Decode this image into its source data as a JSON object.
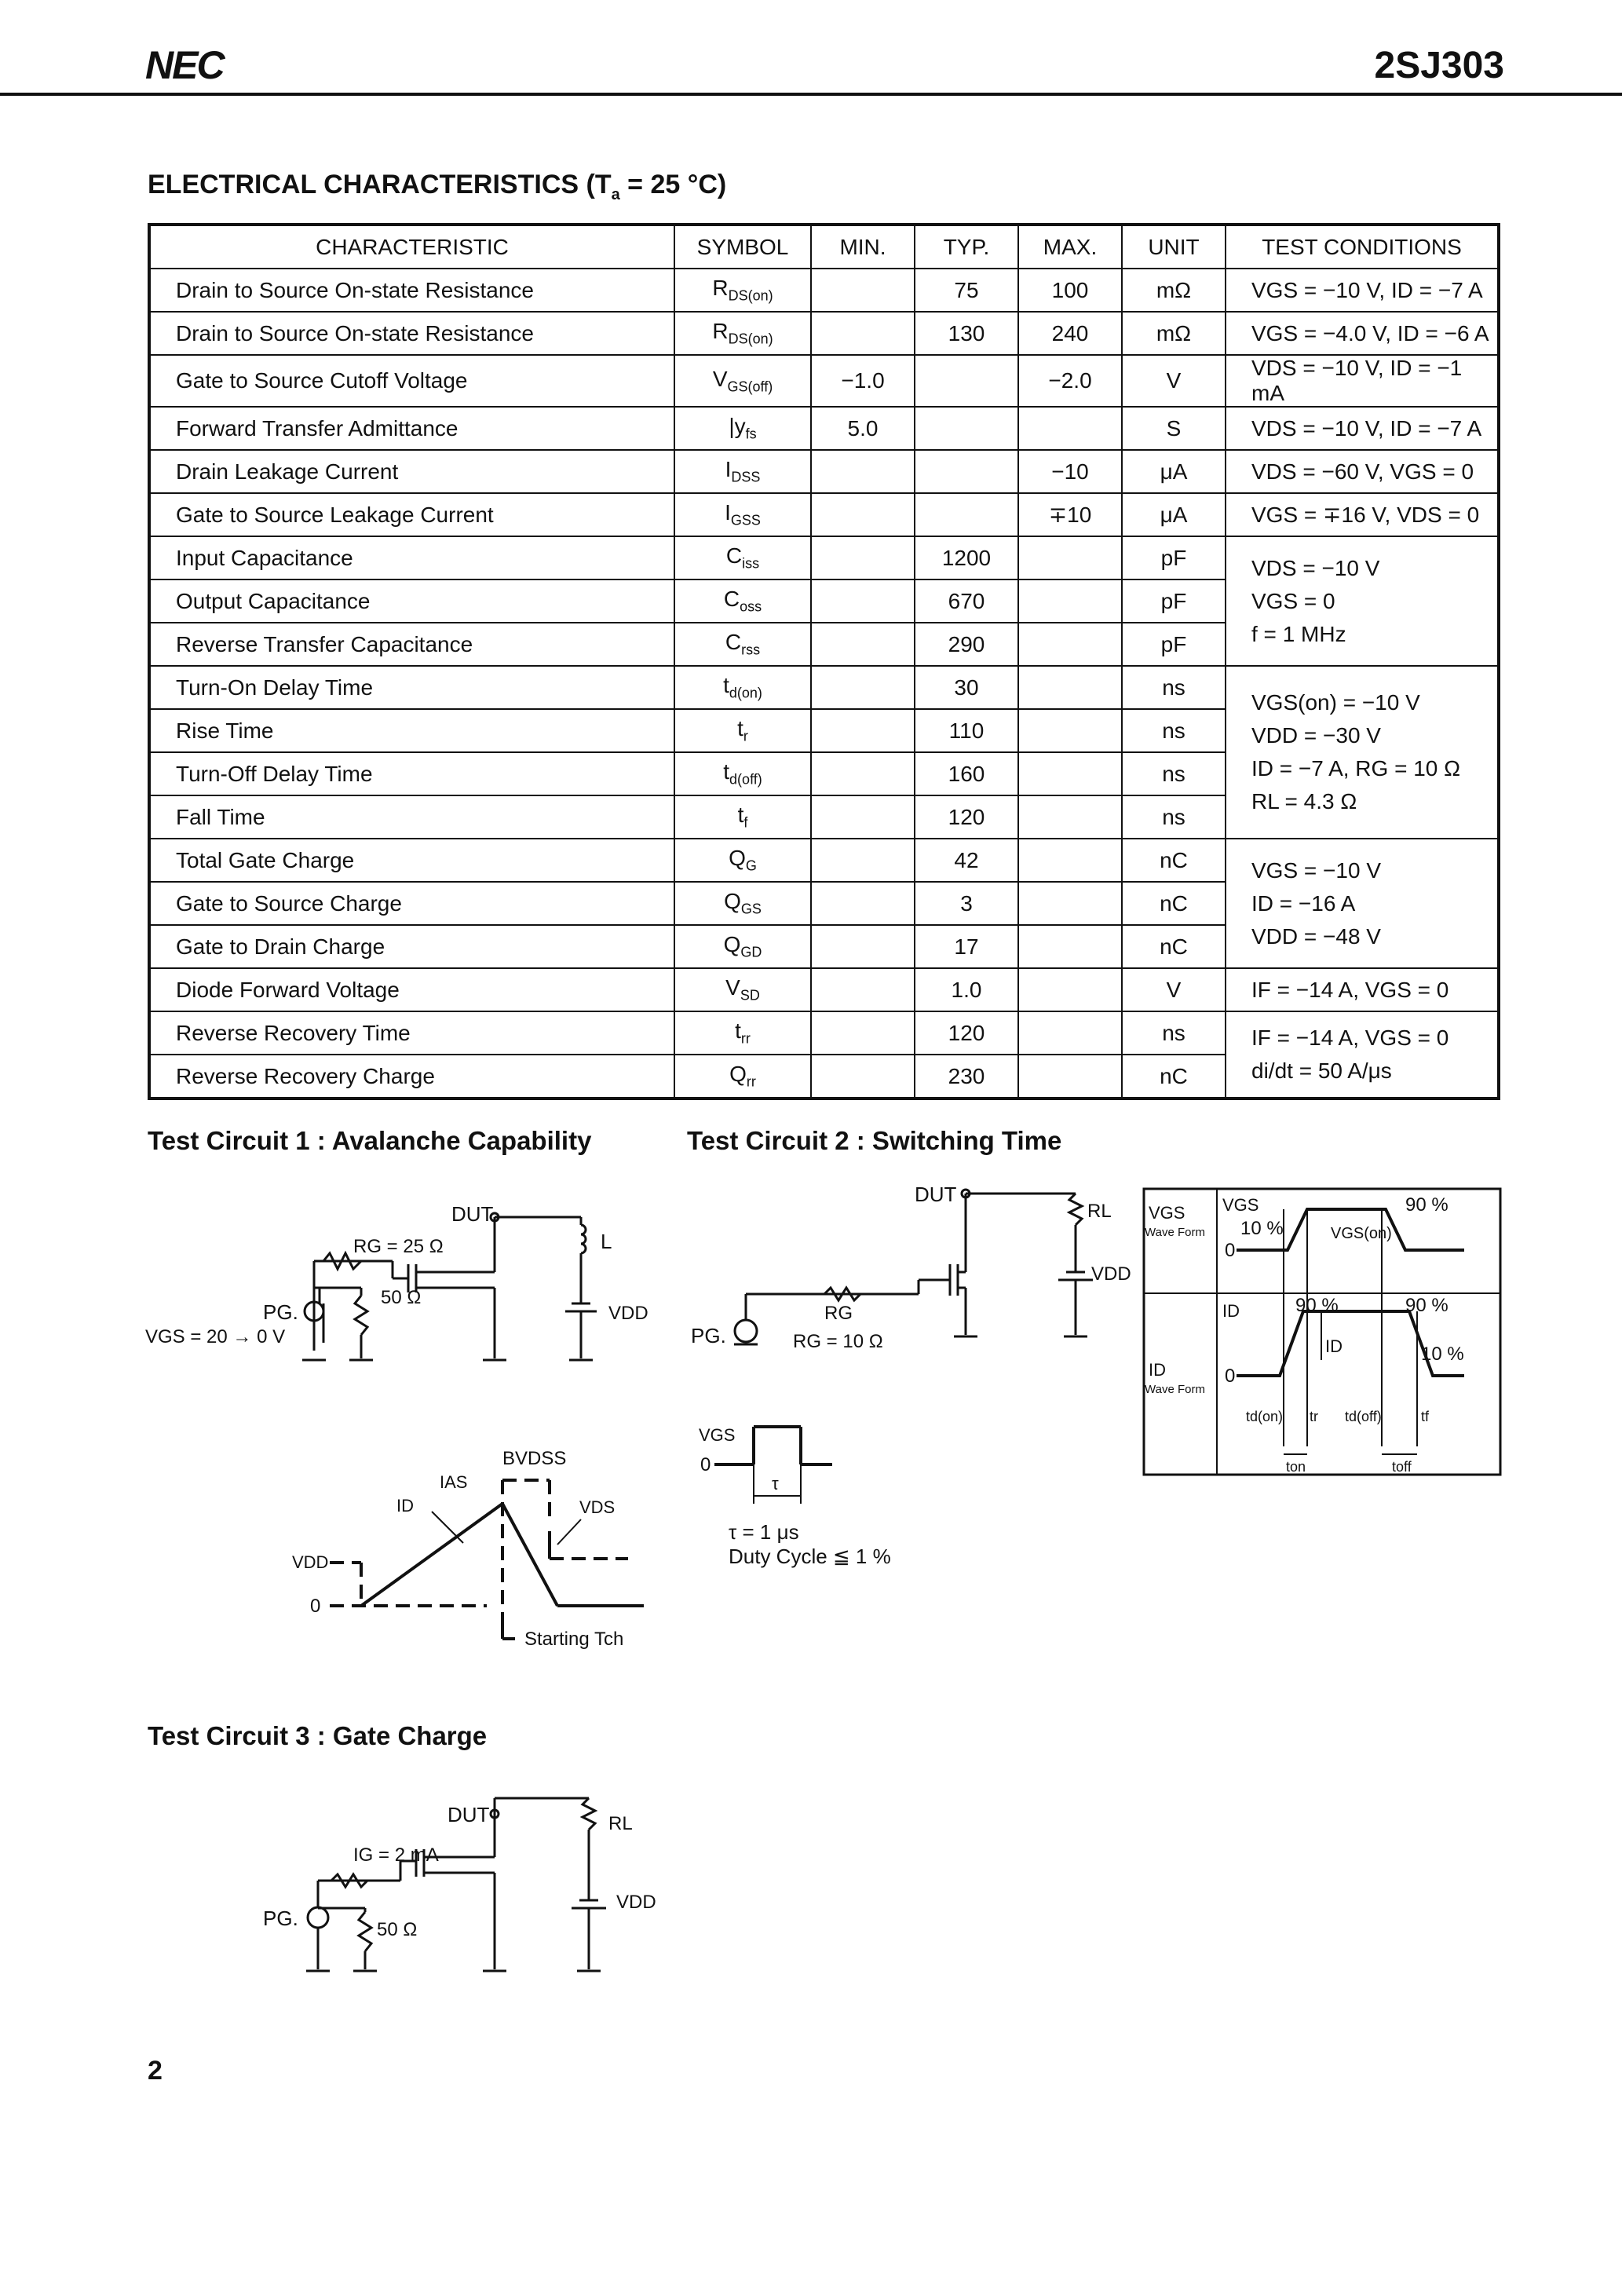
{
  "header": {
    "brand": "NEC",
    "part": "2SJ303"
  },
  "section": {
    "title_main": "ELECTRICAL CHARACTERISTICS (T",
    "title_sub": "a",
    "title_end": " = 25 °C)"
  },
  "table": {
    "headers": [
      "CHARACTERISTIC",
      "SYMBOL",
      "MIN.",
      "TYP.",
      "MAX.",
      "UNIT",
      "TEST CONDITIONS"
    ],
    "rows": [
      {
        "char": "Drain to Source On-state Resistance",
        "sym": "R",
        "sub": "DS(on)",
        "min": "",
        "typ": "75",
        "max": "100",
        "unit": "mΩ"
      },
      {
        "char": "Drain to Source On-state Resistance",
        "sym": "R",
        "sub": "DS(on)",
        "min": "",
        "typ": "130",
        "max": "240",
        "unit": "mΩ"
      },
      {
        "char": "Gate to Source Cutoff Voltage",
        "sym": "V",
        "sub": "GS(off)",
        "min": "−1.0",
        "typ": "",
        "max": "−2.0",
        "unit": "V"
      },
      {
        "char": "Forward Transfer Admittance",
        "sym": "|y",
        "sub": "fs",
        "min": "5.0",
        "typ": "",
        "max": "",
        "unit": "S"
      },
      {
        "char": "Drain Leakage Current",
        "sym": "I",
        "sub": "DSS",
        "min": "",
        "typ": "",
        "max": "−10",
        "unit": "μA"
      },
      {
        "char": "Gate to Source Leakage Current",
        "sym": "I",
        "sub": "GSS",
        "min": "",
        "typ": "",
        "max": "∓10",
        "unit": "μA"
      },
      {
        "char": "Input Capacitance",
        "sym": "C",
        "sub": "iss",
        "min": "",
        "typ": "1200",
        "max": "",
        "unit": "pF"
      },
      {
        "char": "Output Capacitance",
        "sym": "C",
        "sub": "oss",
        "min": "",
        "typ": "670",
        "max": "",
        "unit": "pF"
      },
      {
        "char": "Reverse Transfer Capacitance",
        "sym": "C",
        "sub": "rss",
        "min": "",
        "typ": "290",
        "max": "",
        "unit": "pF"
      },
      {
        "char": "Turn-On Delay Time",
        "sym": "t",
        "sub": "d(on)",
        "min": "",
        "typ": "30",
        "max": "",
        "unit": "ns"
      },
      {
        "char": "Rise Time",
        "sym": "t",
        "sub": "r",
        "min": "",
        "typ": "110",
        "max": "",
        "unit": "ns"
      },
      {
        "char": "Turn-Off Delay Time",
        "sym": "t",
        "sub": "d(off)",
        "min": "",
        "typ": "160",
        "max": "",
        "unit": "ns"
      },
      {
        "char": "Fall Time",
        "sym": "t",
        "sub": "f",
        "min": "",
        "typ": "120",
        "max": "",
        "unit": "ns"
      },
      {
        "char": "Total Gate Charge",
        "sym": "Q",
        "sub": "G",
        "min": "",
        "typ": "42",
        "max": "",
        "unit": "nC"
      },
      {
        "char": "Gate to Source Charge",
        "sym": "Q",
        "sub": "GS",
        "min": "",
        "typ": "3",
        "max": "",
        "unit": "nC"
      },
      {
        "char": "Gate to Drain Charge",
        "sym": "Q",
        "sub": "GD",
        "min": "",
        "typ": "17",
        "max": "",
        "unit": "nC"
      },
      {
        "char": "Diode Forward Voltage",
        "sym": "V",
        "sub": "SD",
        "min": "",
        "typ": "1.0",
        "max": "",
        "unit": "V"
      },
      {
        "char": "Reverse Recovery Time",
        "sym": "t",
        "sub": "rr",
        "min": "",
        "typ": "120",
        "max": "",
        "unit": "ns"
      },
      {
        "char": "Reverse Recovery Charge",
        "sym": "Q",
        "sub": "rr",
        "min": "",
        "typ": "230",
        "max": "",
        "unit": "nC"
      }
    ],
    "conditions": {
      "c0": "VGS = −10 V, ID = −7 A",
      "c1": "VGS = −4.0 V, ID = −6 A",
      "c2": "VDS = −10 V, ID = −1 mA",
      "c3": "VDS = −10 V, ID = −7 A",
      "c4": "VDS = −60 V, VGS = 0",
      "c5": "VGS = ∓16 V, VDS = 0",
      "cap": [
        "VDS = −10 V",
        "VGS = 0",
        "f = 1 MHz"
      ],
      "sw": [
        "VGS(on) = −10 V",
        "VDD = −30 V",
        "ID = −7 A, RG = 10 Ω",
        "RL = 4.3 Ω"
      ],
      "gc": [
        "VGS = −10 V",
        "ID = −16 A",
        "VDD = −48 V"
      ],
      "diode": "IF = −14 A, VGS = 0",
      "rr": [
        "IF = −14 A, VGS = 0",
        "di/dt = 50 A/μs"
      ]
    }
  },
  "tc1": {
    "title": "Test Circuit 1 : Avalanche Capability",
    "dut": "DUT",
    "rg": "RG = 25 Ω",
    "r50": "50 Ω",
    "l": "L",
    "pg": "PG.",
    "vgs": "VGS = 20 → 0 V",
    "vdd": "VDD",
    "wave": {
      "bvdss": "BVDSS",
      "ias": "IAS",
      "id": "ID",
      "vds": "VDS",
      "vdd": "VDD",
      "zero": "0",
      "tch": "Starting Tch"
    }
  },
  "tc2": {
    "title": "Test Circuit 2 : Switching Time",
    "dut": "DUT",
    "rl": "RL",
    "vdd": "VDD",
    "pg": "PG.",
    "rg": "RG",
    "rgv": "RG = 10 Ω",
    "pulse": {
      "vgs": "VGS",
      "zero": "0",
      "tau": "τ",
      "tau_eq": "τ = 1 μs",
      "duty": "Duty Cycle ≦ 1 %"
    },
    "wave": {
      "vgs": "VGS",
      "vgs_wf": "Wave Form",
      "id": "ID",
      "id_wf": "Wave Form",
      "zero": "0",
      "p10": "10 %",
      "p90": "90 %",
      "vgson": "VGS(on)",
      "id_in": "ID",
      "tdon": "td(on)",
      "tr": "tr",
      "tdoff": "td(off)",
      "tf": "tf",
      "ton": "ton",
      "toff": "toff"
    }
  },
  "tc3": {
    "title": "Test Circuit 3 : Gate Charge",
    "dut": "DUT",
    "ig": "IG = 2 mA",
    "pg": "PG.",
    "r50": "50 Ω",
    "rl": "RL",
    "vdd": "VDD"
  },
  "page_number": "2"
}
